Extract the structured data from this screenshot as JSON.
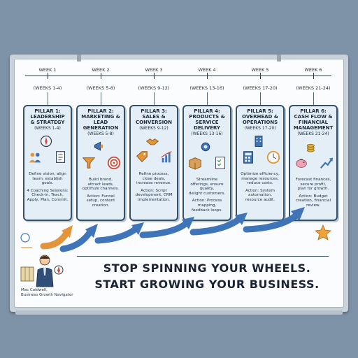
{
  "slogan": {
    "line1": "STOP SPINNING YOUR WHEELS.",
    "line2": "START GROWING YOUR BUSINESS."
  },
  "author": {
    "name": "Mac Caldwell,",
    "title": "Business Growth Navigator"
  },
  "pillars": [
    {
      "week": "WEEK 1",
      "range": "(WEEKS 1-4)",
      "title": "PILLAR 1:\nLEADERSHIP\n& STRATEGY",
      "sub": "(WEEKS 1-4)",
      "desc": "Define vision, align\nteam, establish\ngoals.",
      "action": "4 Coaching Sessions:\nCheck-in, Teach,\nApply, Plan, Commit.",
      "icons": [
        "compass-icon",
        "team-icon",
        "document-icon"
      ]
    },
    {
      "week": "WEEK 2",
      "range": "(WEEKS 5-8)",
      "title": "PILLAR 2:\nMARKETING &\nLEAD\nGENERATION",
      "sub": "(WEEKS 5-8)",
      "desc": "Build brand,\nattract leads,\noptimize channels.",
      "action": "Action: Funnel\nsetup, content\ncreation.",
      "icons": [
        "megaphone-icon",
        "funnel-icon",
        "target-icon"
      ]
    },
    {
      "week": "WEEK 3",
      "range": "(WEEKS 9-12)",
      "title": "PILLAR 3:\nSALES &\nCONVERSION",
      "sub": "(WEEKS 9-12)",
      "desc": "Refine process,\nclose deals,\nincrease revenue.",
      "action": "Action: Script\ndevelopment, CRM\nimplementation.",
      "icons": [
        "handshake-icon",
        "price-tag-icon",
        "bar-chart-icon"
      ]
    },
    {
      "week": "WEEK 4",
      "range": "(WEEKS 13-16)",
      "title": "PILLAR 4:\nPRODUCTS &\nSERVICE\nDELIVERY",
      "sub": "(WEEKS 13-16)",
      "desc": "Streamline\nofferings, ensure\nquality,\ndelight customers.",
      "action": "Action: Process\nmapping,\nfeedback loops.",
      "icons": [
        "gear-icon",
        "box-icon",
        "checklist-icon"
      ]
    },
    {
      "week": "WEEK 5",
      "range": "(WEEKS 17-20)",
      "title": "PILLAR 5:\nOVERHEAD &\nOPERATIONS",
      "sub": "(WEEKS 17-20)",
      "desc": "Optimize efficiency,\nmanage resources,\nreduce costs.",
      "action": "Action: System\nautomation,\nresource audit.",
      "icons": [
        "building-icon",
        "calculator-icon",
        "clock-icon"
      ]
    },
    {
      "week": "WEEK 6",
      "range": "(WEEKS 21-24)",
      "title": "PILLAR 6:\nCASH FLOW &\nFINANCIAL\nMANAGEMENT",
      "sub": "(WEEKS 21-24)",
      "desc": "Forecast finances,\nsecure profit,\nplan for growth.",
      "action": "Action: Budget\ncreation, financial\nreview.",
      "icons": [
        "coins-icon",
        "piggy-bank-icon",
        "growth-arrow-icon"
      ]
    }
  ],
  "colors": {
    "card_bg": "#e4eef7",
    "card_border": "#36506c",
    "arrow_blue": "#3f74b8",
    "arrow_orange": "#e2953a",
    "text_dark": "#1a2433"
  }
}
